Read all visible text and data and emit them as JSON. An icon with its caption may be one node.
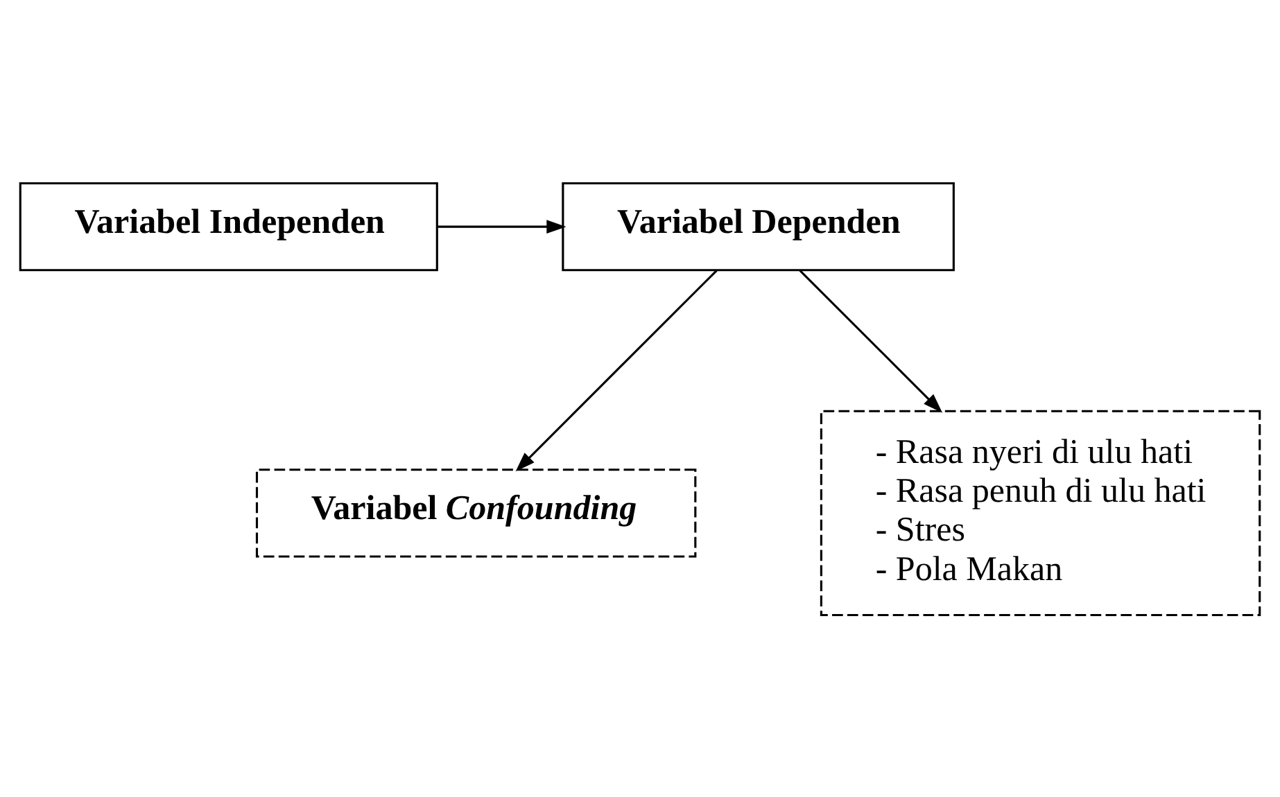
{
  "diagram": {
    "nodes": [
      {
        "text": [
          "Variabel Independen"
        ]
      },
      {
        "text": [
          "Variabel Dependen"
        ]
      },
      {
        "text": [
          "Variabel *Confounding*"
        ]
      },
      {
        "text": [
          "- Rasa nyeri di ulu hati",
          "- Rasa penuh di ulu hati",
          "- Stres",
          "- Pola Makan"
        ]
      }
    ],
    "edges": [
      {
        "from": 0,
        "to": 1,
        "arrow": "to"
      },
      {
        "from": 1,
        "to": 2,
        "arrow": "to"
      },
      {
        "from": 1,
        "to": 3,
        "arrow": "to"
      }
    ]
  }
}
